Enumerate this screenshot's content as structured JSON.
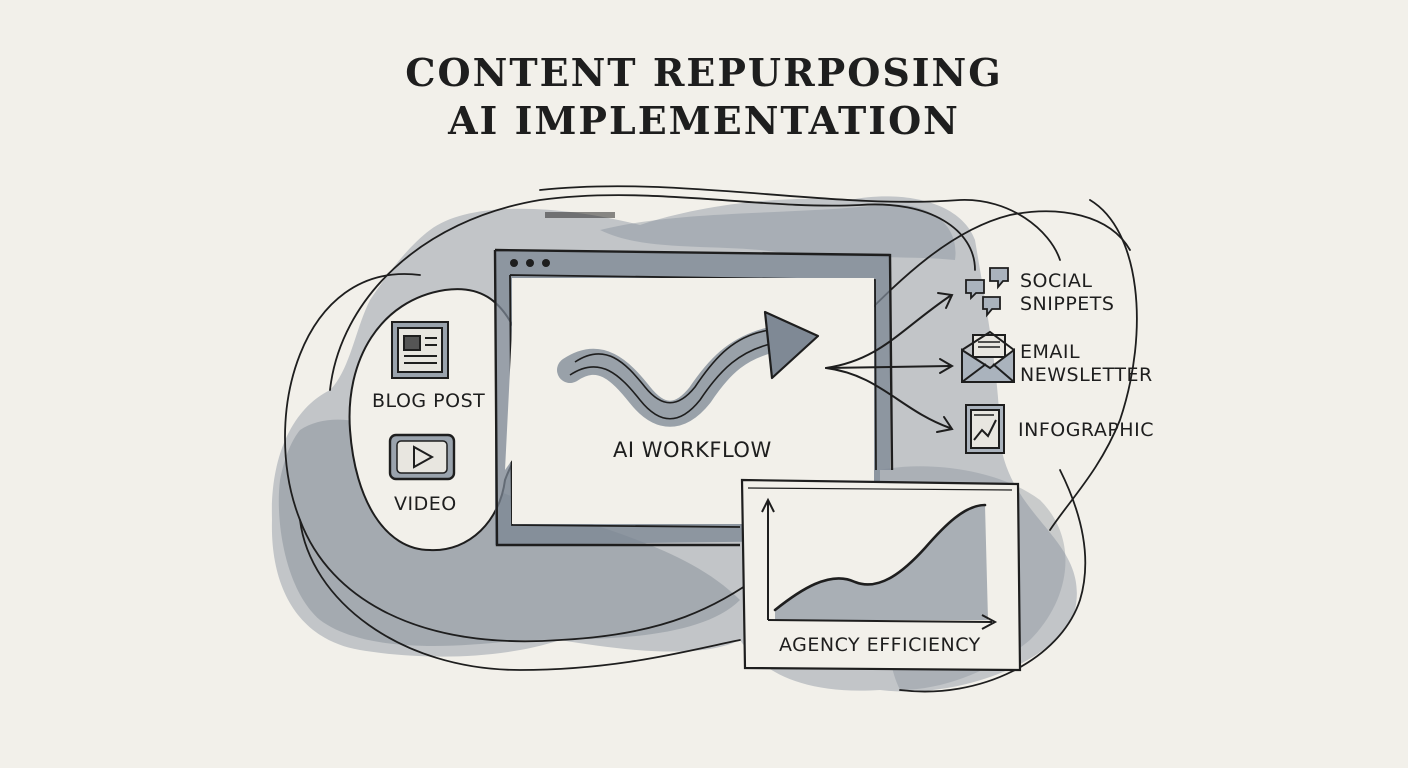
{
  "title": {
    "line1": "CONTENT REPURPOSING",
    "line2": "AI IMPLEMENTATION"
  },
  "inputs": [
    {
      "label": "BLOG POST",
      "icon": "newspaper-icon"
    },
    {
      "label": "VIDEO",
      "icon": "play-video-icon"
    }
  ],
  "workflow": {
    "label": "AI WORKFLOW",
    "icon": "wavy-arrow-icon"
  },
  "outputs": [
    {
      "line1": "SOCIAL",
      "line2": "SNIPPETS",
      "icon": "chat-bubbles-icon"
    },
    {
      "line1": "EMAIL",
      "line2": "NEWSLETTER",
      "icon": "envelope-icon"
    },
    {
      "line1": "INFOGRAPHIC",
      "line2": "",
      "icon": "chart-document-icon"
    }
  ],
  "efficiency": {
    "label": "AGENCY EFFICIENCY",
    "icon": "growth-curve-icon"
  },
  "colors": {
    "paper": "#f2f0ea",
    "ink": "#1e1e1e",
    "wash": "#7d8896",
    "wash_light": "#aab3bd"
  }
}
